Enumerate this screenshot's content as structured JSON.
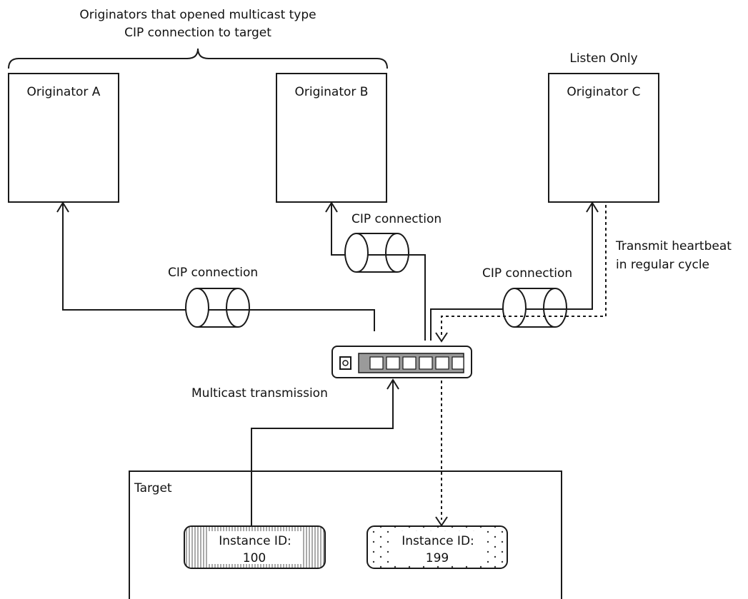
{
  "header": {
    "line1": "Originators that opened multicast type",
    "line2": "CIP connection to target"
  },
  "originators": {
    "a": "Originator A",
    "b": "Originator B",
    "c": "Originator C",
    "listen_only": "Listen Only"
  },
  "connections": {
    "a_label": "CIP connection",
    "b_label": "CIP connection",
    "c_label": "CIP connection"
  },
  "heartbeat": {
    "line1": "Transmit heartbeat",
    "line2": "in regular cycle"
  },
  "switch": {
    "multicast_label": "Multicast transmission"
  },
  "target": {
    "label": "Target",
    "instance_100": {
      "line1": "Instance ID:",
      "line2": "100"
    },
    "instance_199": {
      "line1": "Instance ID:",
      "line2": "199"
    }
  }
}
